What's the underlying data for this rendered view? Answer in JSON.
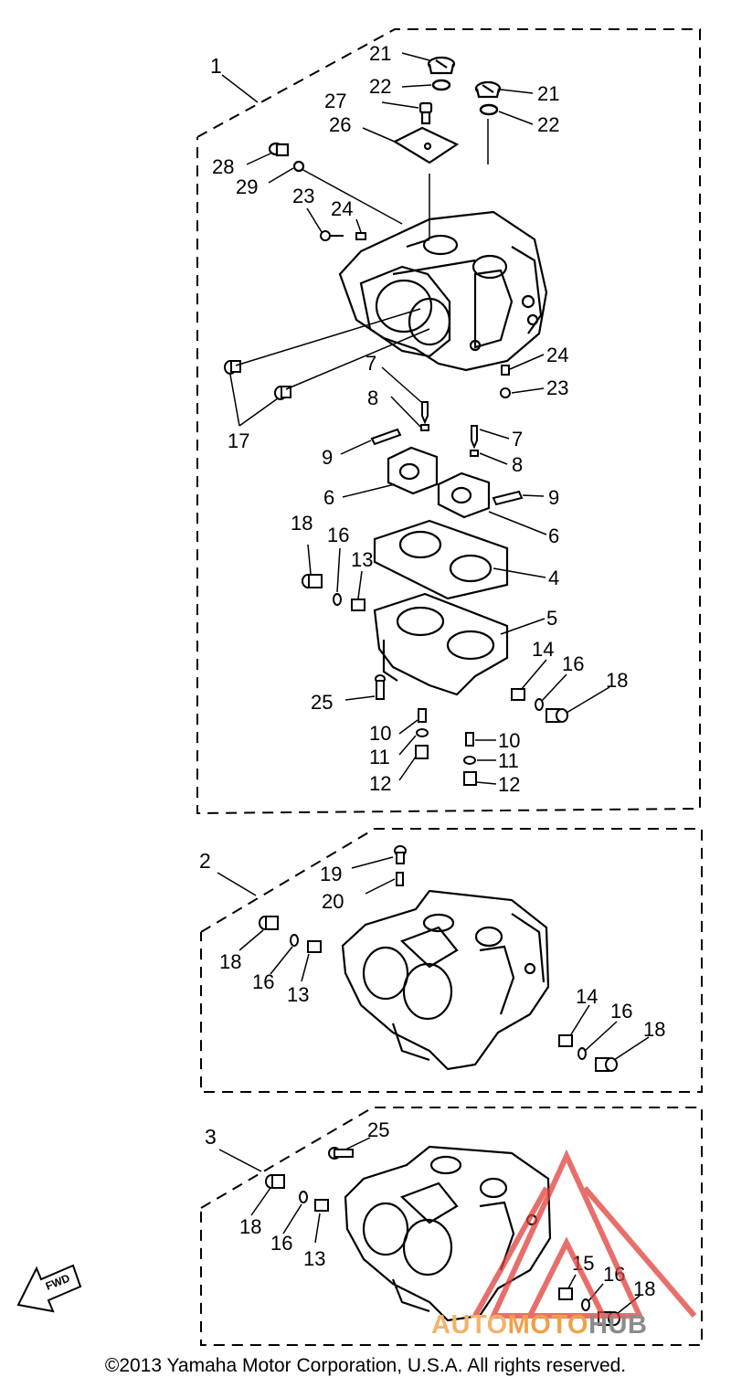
{
  "diagram": {
    "group_labels": [
      "1",
      "2",
      "3"
    ],
    "callouts_group1": {
      "c21a": "21",
      "c22a": "22",
      "c21b": "21",
      "c22b": "22",
      "c27": "27",
      "c26": "26",
      "c28": "28",
      "c29": "29",
      "c23a": "23",
      "c24a": "24",
      "c24b": "24",
      "c23b": "23",
      "c17": "17",
      "c7a": "7",
      "c8a": "8",
      "c7b": "7",
      "c8b": "8",
      "c9a": "9",
      "c9b": "9",
      "c6a": "6",
      "c6b": "6",
      "c4": "4",
      "c18a": "18",
      "c16a": "16",
      "c13": "13",
      "c5": "5",
      "c14": "14",
      "c16b": "16",
      "c18b": "18",
      "c25": "25",
      "c10a": "10",
      "c11a": "11",
      "c12a": "12",
      "c10b": "10",
      "c11b": "11",
      "c12b": "12"
    },
    "callouts_group2": {
      "c19": "19",
      "c20": "20",
      "c18a": "18",
      "c16a": "16",
      "c13": "13",
      "c14": "14",
      "c16b": "16",
      "c18b": "18"
    },
    "callouts_group3": {
      "c25": "25",
      "c18a": "18",
      "c16a": "16",
      "c13": "13",
      "c15": "15",
      "c16b": "16",
      "c18b": "18"
    },
    "fwd_label": "FWD"
  },
  "watermark": {
    "part1": "AUTO",
    "part2": "MOTO",
    "part3": "HUB"
  },
  "copyright": "©2013 Yamaha Motor Corporation, U.S.A. All rights reserved.",
  "colors": {
    "line": "#000000",
    "watermark_red": "#e0403a",
    "watermark_orange": "#f0a048",
    "watermark_gray": "#8c8c8c"
  }
}
